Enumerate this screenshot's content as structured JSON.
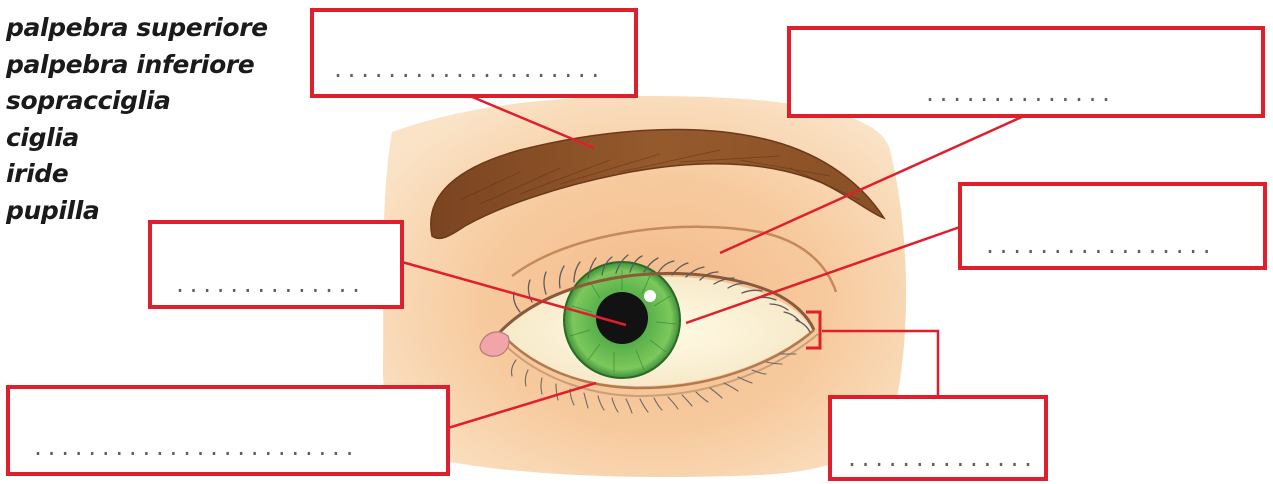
{
  "word_list": [
    "palpebra superiore",
    "palpebra inferiore",
    "sopracciglia",
    "ciglia",
    "iride",
    "pupilla"
  ],
  "answer_boxes": {
    "top": "....................",
    "right_top": "..............",
    "mid_left": "..............",
    "right_mid": ".................",
    "bottom_left": "........................",
    "bottom_right": ".............."
  },
  "colors": {
    "label_border": "#e01f2d",
    "leader_line": "#e01f2d",
    "skin": "#f6c99a",
    "eyebrow": "#8b5128",
    "iris": "#6abf45",
    "pupil": "#121212"
  }
}
